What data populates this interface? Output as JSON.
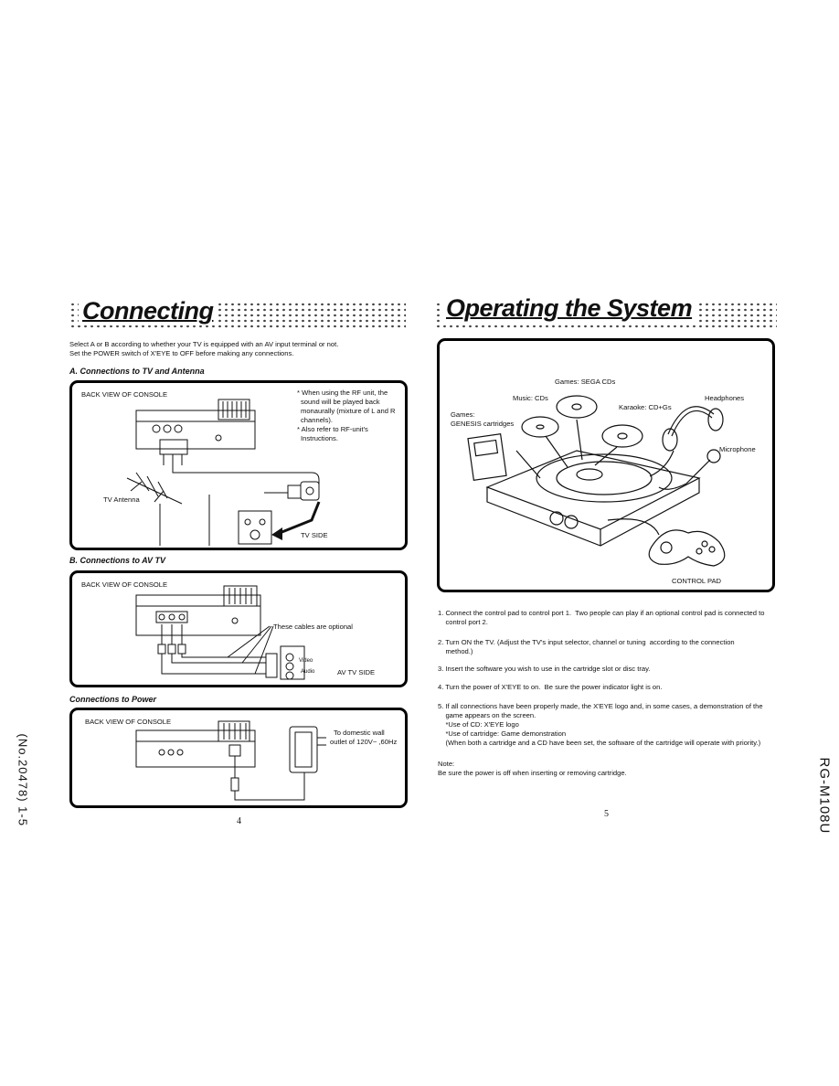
{
  "left": {
    "title": "Connecting",
    "intro_1": "Select A or B according to whether your TV is equipped with an AV input terminal or not.",
    "intro_2": "Set the POWER switch of X'EYE to OFF before making any connections.",
    "section_a": {
      "heading": "A. Connections to TV and Antenna",
      "back_view": "BACK VIEW OF CONSOLE",
      "note_1": "* When using the RF unit, the",
      "note_2": "sound will be played back",
      "note_3": "monaurally (mixture of L and R",
      "note_4": "channels).",
      "note_5": "* Also refer to RF-unit's",
      "note_6": "Instructions.",
      "tv_antenna": "TV Antenna",
      "tv_side": "TV SIDE"
    },
    "section_b": {
      "heading": "B. Connections to  AV TV",
      "back_view": "BACK VIEW OF CONSOLE",
      "optional": "These cables are optional",
      "video": "Video",
      "audio": "Audio",
      "av_tv_side": "AV TV SIDE"
    },
    "section_power": {
      "heading": "Connections to Power",
      "back_view": "BACK VIEW OF CONSOLE",
      "outlet_1": "To domestic wall",
      "outlet_2": "outlet of 120V~ ,60Hz"
    },
    "page_number": "4"
  },
  "right": {
    "title": "Operating the System",
    "diagram": {
      "sega_cds": "Games: SEGA CDs",
      "music_cds": "Music: CDs",
      "karaoke": "Karaoke: CD+Gs",
      "headphones": "Headphones",
      "games": "Games:",
      "genesis": "GENESIS cartridges",
      "microphone": "Microphone",
      "control_pad": "CONTROL PAD"
    },
    "steps": [
      "1. Connect the control pad to control port 1.  Two people can play if an optional control pad is connected to",
      "    control port 2.",
      "2. Turn ON the TV. (Adjust the TV's input selector, channel or tuning  according to the connection",
      "    method.)",
      "3. Insert the software you wish to use in the cartridge slot or disc tray.",
      "4. Turn the power of X'EYE to on.  Be sure the power indicator light is on.",
      "5. If all connections have been properly made, the X'EYE logo and, in some cases, a demonstration of the",
      "    game appears on the screen.",
      "    *Use of CD: X'EYE logo",
      "    *Use of cartridge: Game demonstration",
      "    (When both a cartridge and a CD have been set, the software of the cartridge will operate with priority.)"
    ],
    "note_label": "Note:",
    "note_text": "Be sure the power is off when inserting or removing cartridge.",
    "page_number": "5"
  },
  "margin_left": "(No.20478) 1-5",
  "margin_right": "RG-M108U"
}
